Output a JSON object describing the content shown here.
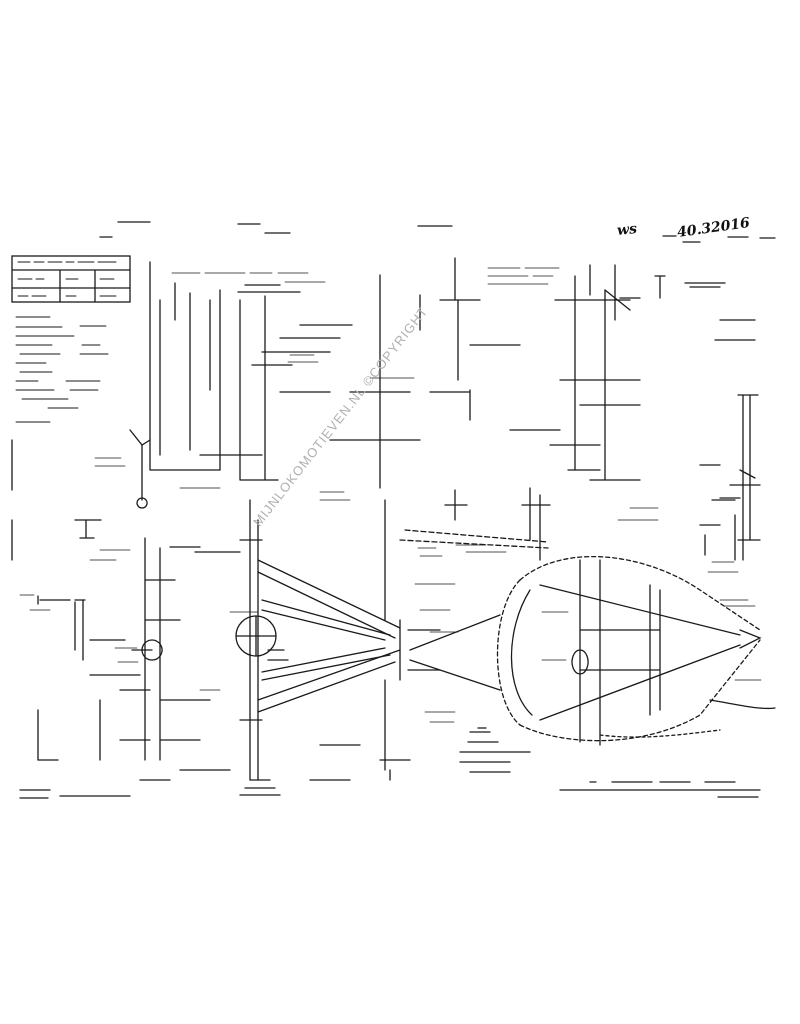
{
  "drawing": {
    "handwritten_left": "ws",
    "handwritten_number": "40.32016",
    "watermark": "MIJNLOKOMOTIEVEN.NL ©COPYRIGHT"
  }
}
